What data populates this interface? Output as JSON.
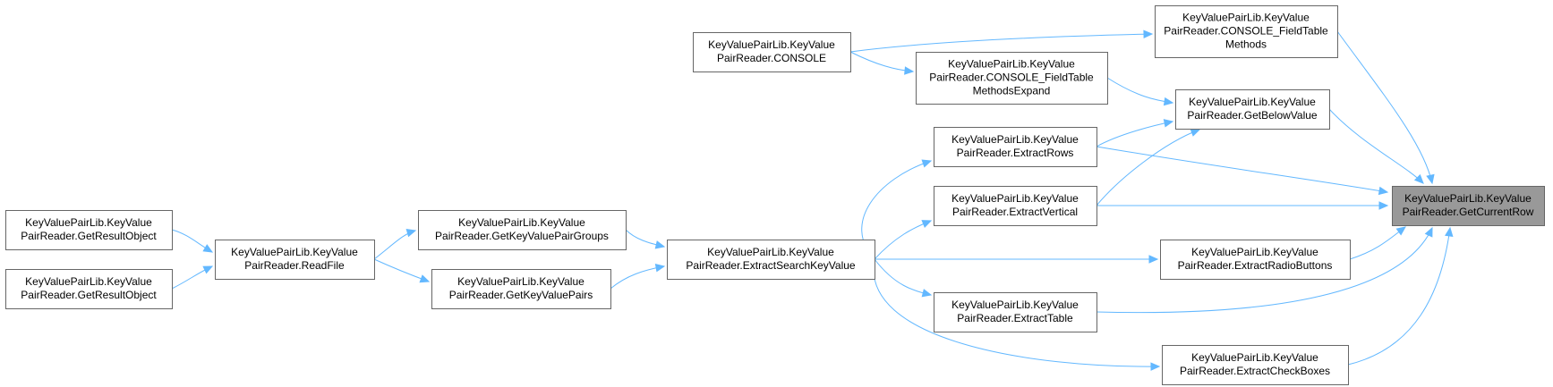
{
  "colors": {
    "edge": "#63b8ff",
    "node_border": "#666666",
    "focus_fill": "#999999",
    "background": "#ffffff"
  },
  "nodes": [
    {
      "id": "n0",
      "lines": [
        "KeyValuePairLib.KeyValue",
        "PairReader.GetCurrentRow"
      ],
      "focus": true
    },
    {
      "id": "n1",
      "lines": [
        "KeyValuePairLib.KeyValue",
        "PairReader.CONSOLE_FieldTable",
        "Methods"
      ]
    },
    {
      "id": "n2",
      "lines": [
        "KeyValuePairLib.KeyValue",
        "PairReader.CONSOLE"
      ]
    },
    {
      "id": "n3",
      "lines": [
        "KeyValuePairLib.KeyValue",
        "PairReader.GetBelowValue"
      ]
    },
    {
      "id": "n4",
      "lines": [
        "KeyValuePairLib.KeyValue",
        "PairReader.CONSOLE_FieldTable",
        "MethodsExpand"
      ]
    },
    {
      "id": "n5",
      "lines": [
        "KeyValuePairLib.KeyValue",
        "PairReader.ExtractRows"
      ]
    },
    {
      "id": "n6",
      "lines": [
        "KeyValuePairLib.KeyValue",
        "PairReader.ExtractSearchKeyValue"
      ]
    },
    {
      "id": "n7",
      "lines": [
        "KeyValuePairLib.KeyValue",
        "PairReader.GetKeyValuePairGroups"
      ]
    },
    {
      "id": "n8",
      "lines": [
        "KeyValuePairLib.KeyValue",
        "PairReader.ReadFile"
      ]
    },
    {
      "id": "n9",
      "lines": [
        "KeyValuePairLib.KeyValue",
        "PairReader.GetResultObject"
      ]
    },
    {
      "id": "n10",
      "lines": [
        "KeyValuePairLib.KeyValue",
        "PairReader.GetResultObject"
      ]
    },
    {
      "id": "n11",
      "lines": [
        "KeyValuePairLib.KeyValue",
        "PairReader.GetKeyValuePairs"
      ]
    },
    {
      "id": "n12",
      "lines": [
        "KeyValuePairLib.KeyValue",
        "PairReader.ExtractVertical"
      ]
    },
    {
      "id": "n13",
      "lines": [
        "KeyValuePairLib.KeyValue",
        "PairReader.ExtractRadioButtons"
      ]
    },
    {
      "id": "n14",
      "lines": [
        "KeyValuePairLib.KeyValue",
        "PairReader.ExtractTable"
      ]
    },
    {
      "id": "n15",
      "lines": [
        "KeyValuePairLib.KeyValue",
        "PairReader.ExtractCheckBoxes"
      ]
    }
  ],
  "edges": [
    [
      "n1",
      "n0"
    ],
    [
      "n3",
      "n0"
    ],
    [
      "n5",
      "n0"
    ],
    [
      "n12",
      "n0"
    ],
    [
      "n13",
      "n0"
    ],
    [
      "n14",
      "n0"
    ],
    [
      "n15",
      "n0"
    ],
    [
      "n2",
      "n1"
    ],
    [
      "n2",
      "n4"
    ],
    [
      "n4",
      "n3"
    ],
    [
      "n5",
      "n3"
    ],
    [
      "n12",
      "n3"
    ],
    [
      "n6",
      "n5"
    ],
    [
      "n6",
      "n12"
    ],
    [
      "n6",
      "n13"
    ],
    [
      "n6",
      "n14"
    ],
    [
      "n6",
      "n15"
    ],
    [
      "n7",
      "n6"
    ],
    [
      "n11",
      "n6"
    ],
    [
      "n8",
      "n7"
    ],
    [
      "n8",
      "n11"
    ],
    [
      "n9",
      "n8"
    ],
    [
      "n10",
      "n8"
    ]
  ]
}
